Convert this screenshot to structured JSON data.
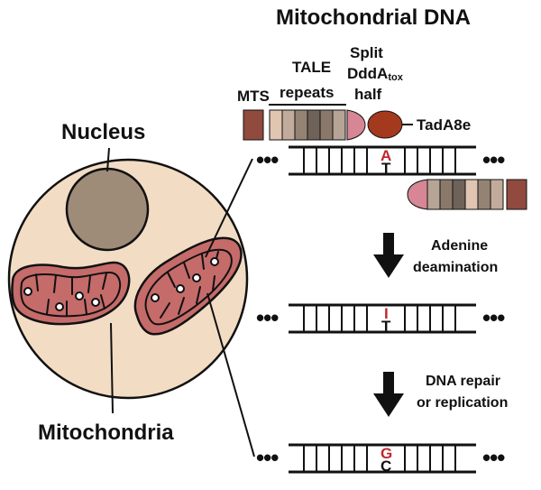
{
  "title": "Mitochondrial DNA",
  "labels": {
    "nucleus": "Nucleus",
    "mitochondria": "Mitochondria",
    "mts": "MTS",
    "tale_line1": "TALE",
    "tale_line2": "repeats",
    "split_line1": "Split",
    "split_line2_main": "DddA",
    "split_line2_sub": "tox",
    "split_line3": "half",
    "tada": "TadA8e"
  },
  "steps": [
    {
      "line1": "Adenine",
      "line2": "deamination"
    },
    {
      "line1": "DNA repair",
      "line2": "or replication"
    }
  ],
  "ellipsis": "•••",
  "base_pairs": [
    {
      "top": "A",
      "bottom": "T"
    },
    {
      "top": "I",
      "bottom": "T"
    },
    {
      "top": "G",
      "bottom": "C"
    }
  ],
  "colors": {
    "cell": "#f2dcc4",
    "nucleus": "#9e8c79",
    "mitochondria": "#c56b6a",
    "mts": "#914a3e",
    "dddatox": "#d68694",
    "tada": "#a5391d",
    "highlight": "#c0272d",
    "tale_repeats": [
      "#e0c5b1",
      "#c2ab9a",
      "#948373",
      "#6f6259",
      "#8a796b",
      "#b6a495"
    ]
  }
}
